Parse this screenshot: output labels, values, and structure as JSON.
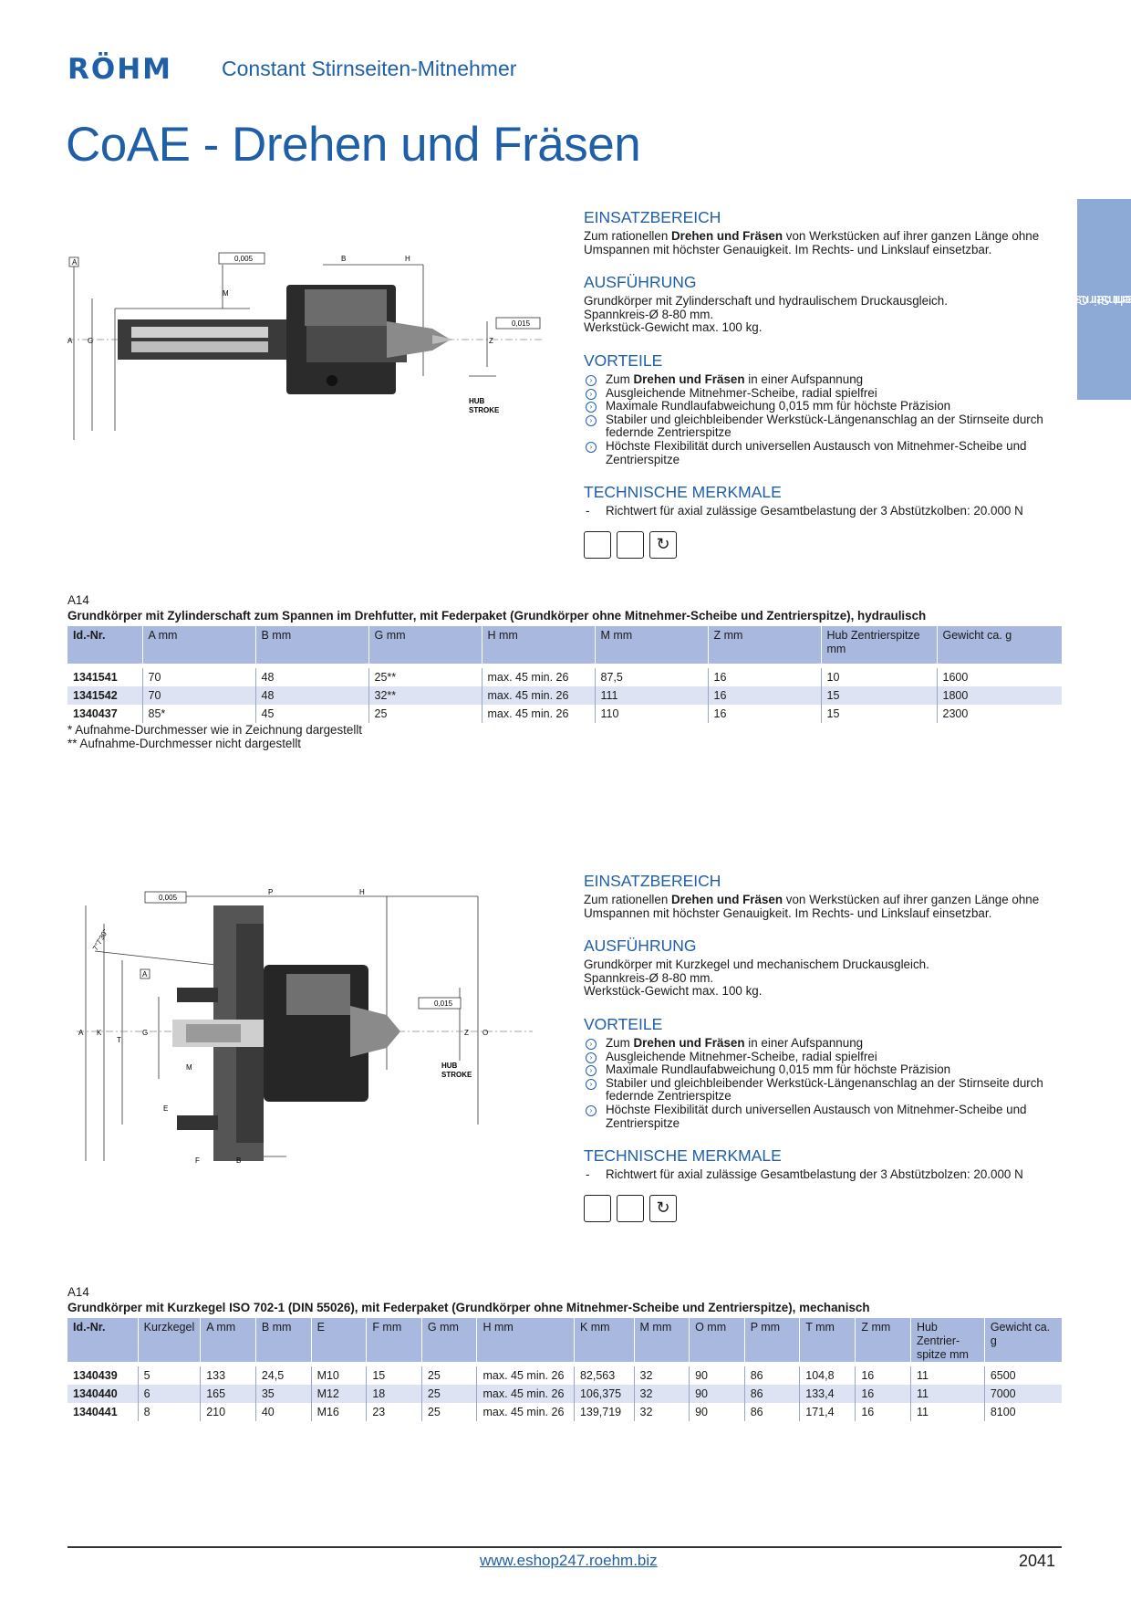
{
  "header": {
    "logo": "RÖHM",
    "subtitle": "Constant Stirnseiten-Mitnehmer",
    "title": "CoAE - Drehen und Fräsen",
    "side_tab": [
      "Constant Stirnseiten-",
      "Mitnehmer CoAE"
    ]
  },
  "product1": {
    "einsatz_heading": "EINSATZBEREICH",
    "einsatz_pre": "Zum rationellen ",
    "einsatz_bold": "Drehen und Fräsen",
    "einsatz_post": " von Werkstücken auf ihrer ganzen Länge ohne Umspannen mit höchster Genauigkeit. Im Rechts- und Linkslauf einsetzbar.",
    "ausf_heading": "AUSFÜHRUNG",
    "ausf_lines": [
      "Grundkörper mit Zylinderschaft und hydraulischem Druckausgleich.",
      "Spannkreis-Ø 8-80 mm.",
      "Werkstück-Gewicht max. 100 kg."
    ],
    "vorteile_heading": "VORTEILE",
    "vorteile": [
      {
        "pre": "Zum ",
        "bold": "Drehen und Fräsen",
        "post": " in einer Aufspannung"
      },
      {
        "pre": "Ausgleichende Mitnehmer-Scheibe, radial spielfrei",
        "bold": "",
        "post": ""
      },
      {
        "pre": "Maximale Rundlaufabweichung 0,015 mm für höchste Präzision",
        "bold": "",
        "post": ""
      },
      {
        "pre": "Stabiler und gleichbleibender Werkstück-Längenanschlag an der Stirnseite durch federnde Zentrierspitze",
        "bold": "",
        "post": ""
      },
      {
        "pre": "Höchste Flexibilität durch universellen Austausch von Mitnehmer-Scheibe und Zentrierspitze",
        "bold": "",
        "post": ""
      }
    ],
    "tech_heading": "TECHNISCHE MERKMALE",
    "tech": "Richtwert für axial zulässige Gesamtbelastung der 3 Abstützkolben: 20.000 N",
    "drawing_labels": {
      "tol1": "0,005",
      "ref": "A",
      "tol2": "0,015",
      "hub": "HUB",
      "stroke": "STROKE",
      "dims": [
        "B",
        "H",
        "M",
        "A",
        "G",
        "Z"
      ]
    },
    "table_code": "A14",
    "table_title": "Grundkörper mit Zylinderschaft zum Spannen im Drehfutter, mit Federpaket (Grundkörper ohne Mitnehmer-Scheibe und Zentrierspitze), hydraulisch",
    "columns": [
      "Id.-Nr.",
      "A mm",
      "B mm",
      "G mm",
      "H mm",
      "M mm",
      "Z mm",
      "Hub Zentrierspitze mm",
      "Gewicht ca. g"
    ],
    "rows": [
      [
        "1341541",
        "70",
        "48",
        "25**",
        "max. 45 min. 26",
        "87,5",
        "16",
        "10",
        "1600"
      ],
      [
        "1341542",
        "70",
        "48",
        "32**",
        "max. 45 min. 26",
        "111",
        "16",
        "15",
        "1800"
      ],
      [
        "1340437",
        "85*",
        "45",
        "25",
        "max. 45 min. 26",
        "110",
        "16",
        "15",
        "2300"
      ]
    ],
    "notes": [
      "* Aufnahme-Durchmesser wie in Zeichnung dargestellt",
      "** Aufnahme-Durchmesser nicht dargestellt"
    ]
  },
  "product2": {
    "einsatz_heading": "EINSATZBEREICH",
    "einsatz_pre": "Zum rationellen ",
    "einsatz_bold": "Drehen und Fräsen",
    "einsatz_post": " von Werkstücken auf ihrer ganzen Länge ohne Umspannen mit höchster Genauigkeit. Im Rechts- und Linkslauf einsetzbar.",
    "ausf_heading": "AUSFÜHRUNG",
    "ausf_lines": [
      "Grundkörper mit Kurzkegel und mechanischem Druckausgleich.",
      "Spannkreis-Ø 8-80 mm.",
      "Werkstück-Gewicht max. 100 kg."
    ],
    "vorteile_heading": "VORTEILE",
    "vorteile": [
      {
        "pre": "Zum ",
        "bold": "Drehen und Fräsen",
        "post": " in einer Aufspannung"
      },
      {
        "pre": "Ausgleichende Mitnehmer-Scheibe, radial spielfrei",
        "bold": "",
        "post": ""
      },
      {
        "pre": "Maximale Rundlaufabweichung 0,015 mm für höchste Präzision",
        "bold": "",
        "post": ""
      },
      {
        "pre": "Stabiler und gleichbleibender Werkstück-Längenanschlag an der Stirnseite durch federnde Zentrierspitze",
        "bold": "",
        "post": ""
      },
      {
        "pre": "Höchste Flexibilität durch universellen Austausch von Mitnehmer-Scheibe und Zentrierspitze",
        "bold": "",
        "post": ""
      }
    ],
    "tech_heading": "TECHNISCHE MERKMALE",
    "tech": "Richtwert für axial zulässige Gesamtbelastung der 3 Abstützbolzen: 20.000 N",
    "drawing_labels": {
      "tol1": "0,005",
      "ref": "A",
      "tol2": "0,015",
      "hub": "HUB",
      "stroke": "STROKE",
      "angle": "7°7'30\"",
      "dims": [
        "P",
        "H",
        "A",
        "K",
        "T",
        "G",
        "M",
        "E",
        "F",
        "B",
        "Z",
        "O"
      ]
    },
    "table_code": "A14",
    "table_title": "Grundkörper mit Kurzkegel ISO 702-1 (DIN 55026), mit Federpaket (Grundkörper ohne Mitnehmer-Scheibe und Zentrierspitze), mechanisch",
    "columns": [
      "Id.-Nr.",
      "Kurzkegel",
      "A mm",
      "B mm",
      "E",
      "F mm",
      "G mm",
      "H mm",
      "K mm",
      "M mm",
      "O mm",
      "P mm",
      "T mm",
      "Z mm",
      "Hub Zentrier- spitze mm",
      "Gewicht ca. g"
    ],
    "rows": [
      [
        "1340439",
        "5",
        "133",
        "24,5",
        "M10",
        "15",
        "25",
        "max. 45 min. 26",
        "82,563",
        "32",
        "90",
        "86",
        "104,8",
        "16",
        "11",
        "6500"
      ],
      [
        "1340440",
        "6",
        "165",
        "35",
        "M12",
        "18",
        "25",
        "max. 45 min. 26",
        "106,375",
        "32",
        "90",
        "86",
        "133,4",
        "16",
        "11",
        "7000"
      ],
      [
        "1340441",
        "8",
        "210",
        "40",
        "M16",
        "23",
        "25",
        "max. 45 min. 26",
        "139,719",
        "32",
        "90",
        "86",
        "171,4",
        "16",
        "11",
        "8100"
      ]
    ]
  },
  "footer": {
    "url": "www.eshop247.roehm.biz",
    "page": "2041"
  }
}
